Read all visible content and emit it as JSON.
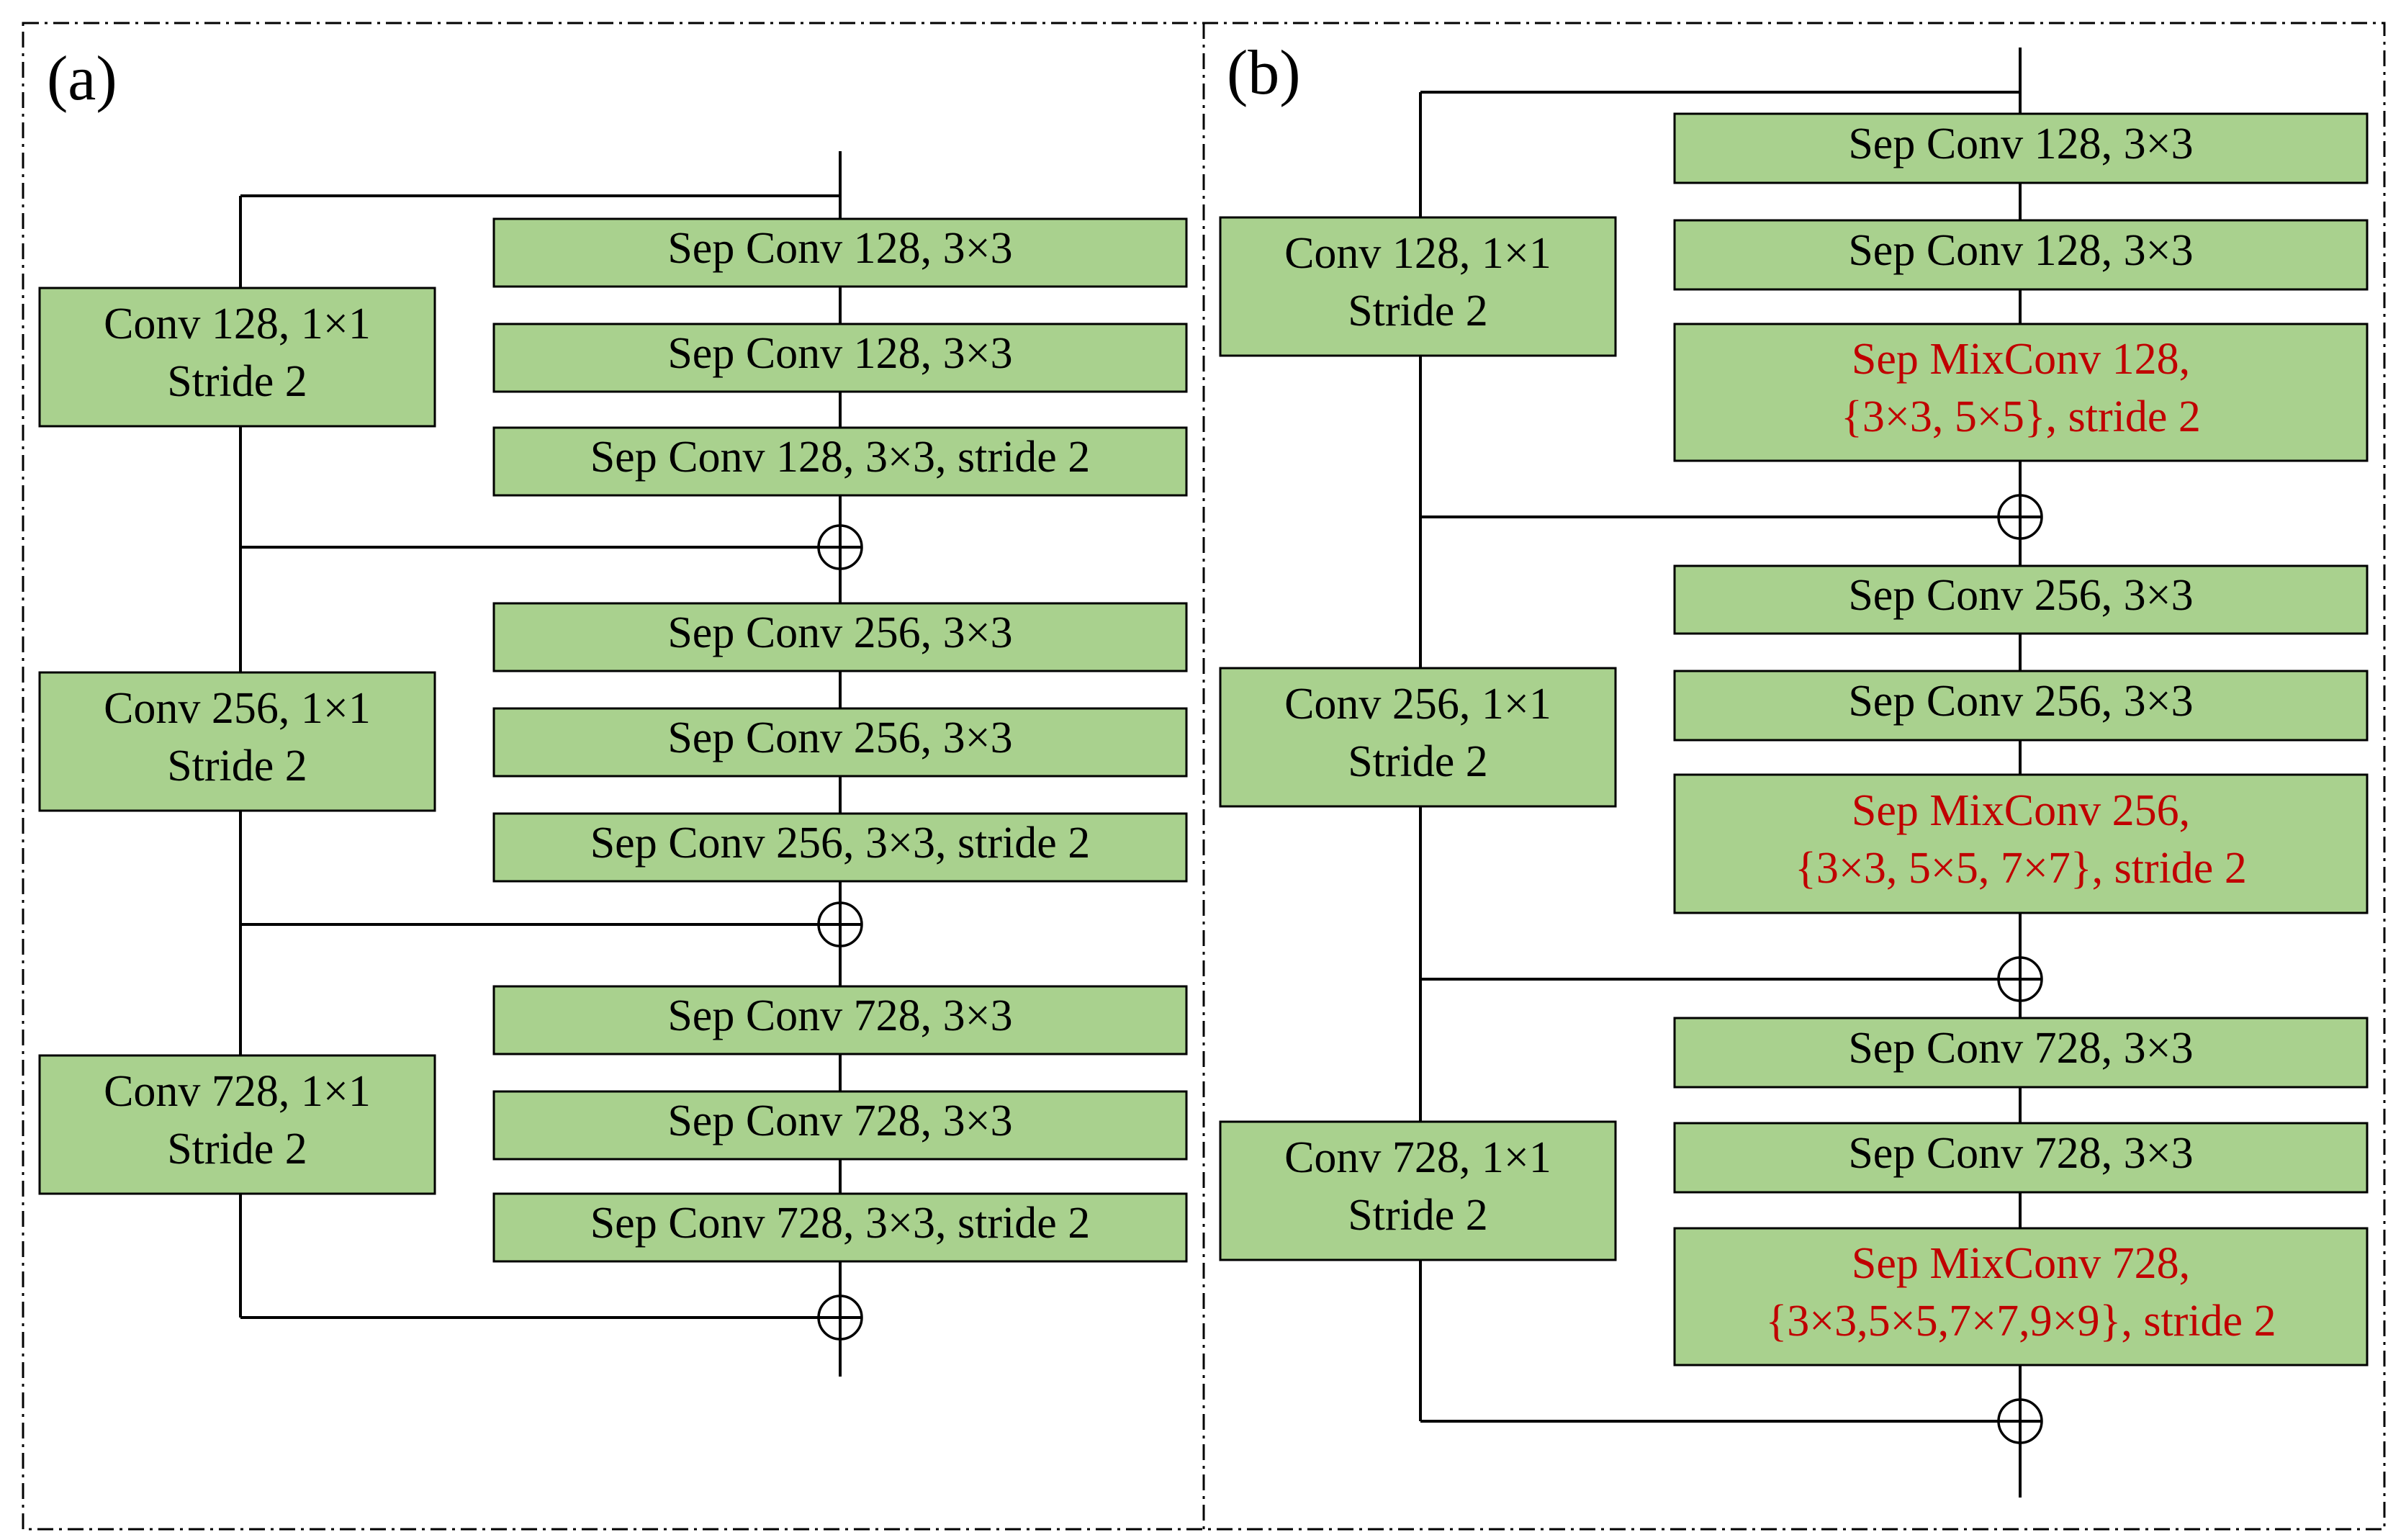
{
  "panels": [
    {
      "label": "(a)",
      "stages": [
        {
          "shortcut": [
            "Conv 128, 1×1",
            "Stride 2"
          ],
          "blocks": [
            {
              "lines": [
                "Sep Conv 128, 3×3"
              ],
              "highlight": false
            },
            {
              "lines": [
                "Sep Conv 128, 3×3"
              ],
              "highlight": false
            },
            {
              "lines": [
                "Sep Conv 128, 3×3, stride 2"
              ],
              "highlight": false
            }
          ]
        },
        {
          "shortcut": [
            "Conv 256, 1×1",
            "Stride 2"
          ],
          "blocks": [
            {
              "lines": [
                "Sep Conv 256, 3×3"
              ],
              "highlight": false
            },
            {
              "lines": [
                "Sep Conv 256, 3×3"
              ],
              "highlight": false
            },
            {
              "lines": [
                "Sep Conv 256, 3×3, stride 2"
              ],
              "highlight": false
            }
          ]
        },
        {
          "shortcut": [
            "Conv 728, 1×1",
            "Stride 2"
          ],
          "blocks": [
            {
              "lines": [
                "Sep Conv 728, 3×3"
              ],
              "highlight": false
            },
            {
              "lines": [
                "Sep Conv 728, 3×3"
              ],
              "highlight": false
            },
            {
              "lines": [
                "Sep Conv 728, 3×3, stride 2"
              ],
              "highlight": false
            }
          ]
        }
      ]
    },
    {
      "label": "(b)",
      "stages": [
        {
          "shortcut": [
            "Conv 128, 1×1",
            "Stride 2"
          ],
          "blocks": [
            {
              "lines": [
                "Sep Conv 128, 3×3"
              ],
              "highlight": false
            },
            {
              "lines": [
                "Sep Conv 128, 3×3"
              ],
              "highlight": false
            },
            {
              "lines": [
                "Sep MixConv 128,",
                "{3×3, 5×5}, stride 2"
              ],
              "highlight": true
            }
          ]
        },
        {
          "shortcut": [
            "Conv 256, 1×1",
            "Stride 2"
          ],
          "blocks": [
            {
              "lines": [
                "Sep Conv 256, 3×3"
              ],
              "highlight": false
            },
            {
              "lines": [
                "Sep Conv 256, 3×3"
              ],
              "highlight": false
            },
            {
              "lines": [
                "Sep MixConv 256,",
                "{3×3, 5×5, 7×7}, stride 2"
              ],
              "highlight": true
            }
          ]
        },
        {
          "shortcut": [
            "Conv 728, 1×1",
            "Stride 2"
          ],
          "blocks": [
            {
              "lines": [
                "Sep Conv 728, 3×3"
              ],
              "highlight": false
            },
            {
              "lines": [
                "Sep Conv 728, 3×3"
              ],
              "highlight": false
            },
            {
              "lines": [
                "Sep MixConv 728,",
                "{3×3,5×5,7×7,9×9}, stride 2"
              ],
              "highlight": true
            }
          ]
        }
      ]
    }
  ],
  "colors": {
    "block_fill": "#a9d18e",
    "highlight_text": "#c00000",
    "text": "#000000",
    "line": "#000000"
  }
}
